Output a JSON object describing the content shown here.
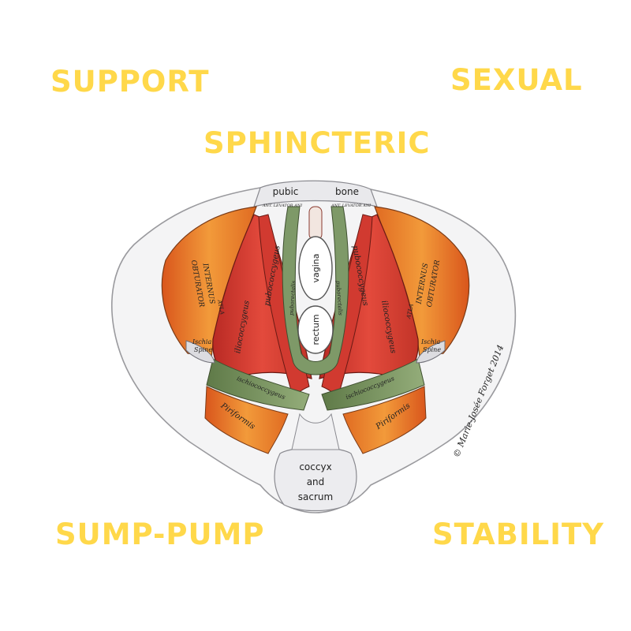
{
  "accent_color": "#FFD84A",
  "functions": {
    "support": "SUPPORT",
    "sexual": "SEXUAL",
    "sphincteric": "SPHINCTERIC",
    "sump_pump": "SUMP-PUMP",
    "stability": "STABILITY"
  },
  "anatomy": {
    "pubic": "pubic",
    "bone": "bone",
    "vagina": "vagina",
    "rectum": "rectum",
    "coccyx": "coccyx",
    "and": "and",
    "sacrum": "sacrum",
    "obturator": "OBTURATOR",
    "internus": "INTERNUS",
    "atla": "ATLA",
    "iliococcygeus": "iliococcygeus",
    "pubococcygeus": "pubococcygeus",
    "puborectalis": "puborectalis",
    "ischia": "Ischia",
    "spine": "Spine",
    "ischiococcygeus": "ischiococcygeus",
    "piriformis": "Piriformis",
    "ant_levator_ani": "ANT. LEVATOR ANI"
  },
  "signature": "© Marie-Josée Forget 2014"
}
